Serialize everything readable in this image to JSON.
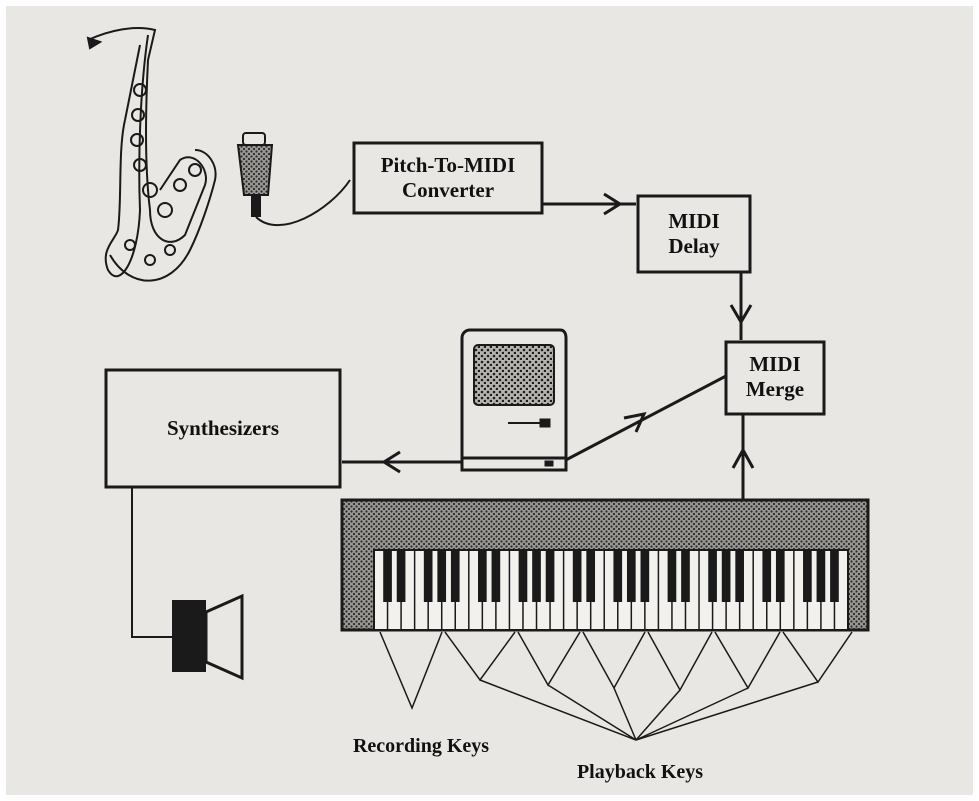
{
  "diagram": {
    "blocks": {
      "pitch_to_midi": {
        "line1": "Pitch-To-MIDI",
        "line2": "Converter"
      },
      "midi_delay": {
        "line1": "MIDI",
        "line2": "Delay"
      },
      "midi_merge": {
        "line1": "MIDI",
        "line2": "Merge"
      },
      "synthesizers": "Synthesizers"
    },
    "icons": [
      "saxophone-icon",
      "microphone-icon",
      "computer-icon",
      "speaker-icon",
      "keyboard-icon"
    ],
    "key_groups": {
      "recording": "Recording Keys",
      "playback": "Playback Keys"
    },
    "ink_color": "#1a1a1a",
    "paper_color": "#e9e7e3"
  }
}
